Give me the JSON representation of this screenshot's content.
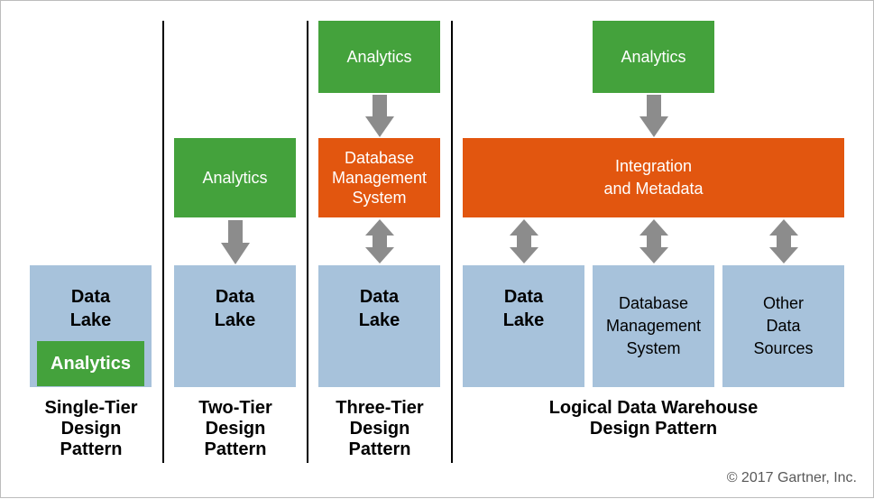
{
  "colors": {
    "analytics": "#44a23c",
    "integration": "#e2560f",
    "store": "#a7c2db",
    "arrow": "#8c8c8c"
  },
  "single_tier": {
    "data_lake": "Data\nLake",
    "analytics": "Analytics",
    "caption": "Single-Tier\nDesign\nPattern"
  },
  "two_tier": {
    "analytics": "Analytics",
    "data_lake": "Data\nLake",
    "caption": "Two-Tier\nDesign\nPattern"
  },
  "three_tier": {
    "analytics": "Analytics",
    "dbms": "Database\nManagement\nSystem",
    "data_lake": "Data\nLake",
    "caption": "Three-Tier\nDesign\nPattern"
  },
  "logical_dw": {
    "analytics": "Analytics",
    "integration": "Integration\nand Metadata",
    "data_lake": "Data\nLake",
    "dbms": "Database\nManagement\nSystem",
    "other_sources": "Other\nData\nSources",
    "caption": "Logical Data Warehouse\nDesign Pattern"
  },
  "copyright": "© 2017 Gartner, Inc."
}
